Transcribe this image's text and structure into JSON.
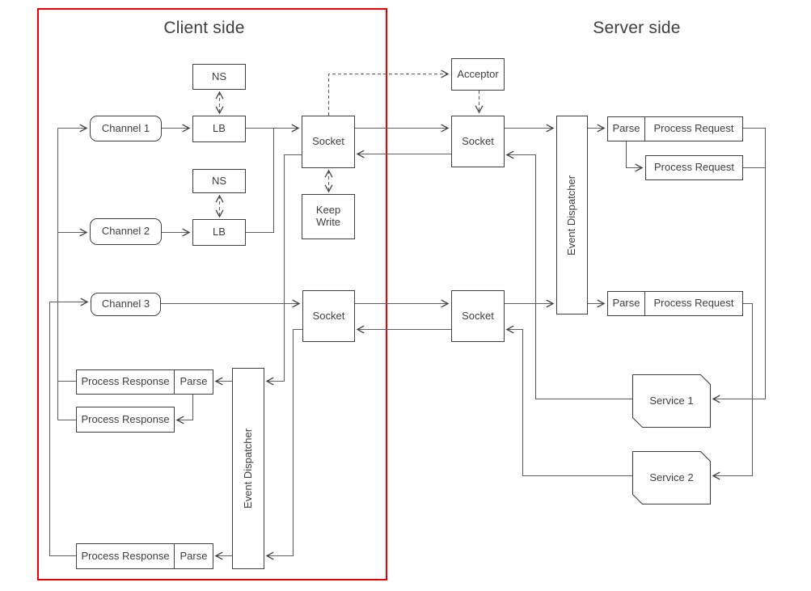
{
  "diagram": {
    "client_panel": {
      "title": "Client side"
    },
    "server_panel": {
      "title": "Server side"
    },
    "nodes": {
      "ns1": "NS",
      "lb1": "LB",
      "channel1": "Channel 1",
      "ns2": "NS",
      "lb2": "LB",
      "channel2": "Channel 2",
      "channel3": "Channel 3",
      "client_socket1": "Socket",
      "client_socket2": "Socket",
      "keep_write": "Keep Write",
      "client_event_dispatcher": "Event Dispatcher",
      "process_response1": "Process Response",
      "client_parse1": "Parse",
      "process_response2": "Process Response",
      "process_response3": "Process Response",
      "client_parse2": "Parse",
      "acceptor": "Acceptor",
      "server_socket1": "Socket",
      "server_socket2": "Socket",
      "server_event_dispatcher": "Event Dispatcher",
      "server_parse1": "Parse",
      "process_request1": "Process Request",
      "process_request2": "Process Request",
      "server_parse2": "Parse",
      "process_request3": "Process Request",
      "service1": "Service 1",
      "service2": "Service 2"
    },
    "colors": {
      "boundary": "#ee0000",
      "connector": "#5f5f5f",
      "node_border": "#404040",
      "text": "#3f3f3f"
    }
  }
}
